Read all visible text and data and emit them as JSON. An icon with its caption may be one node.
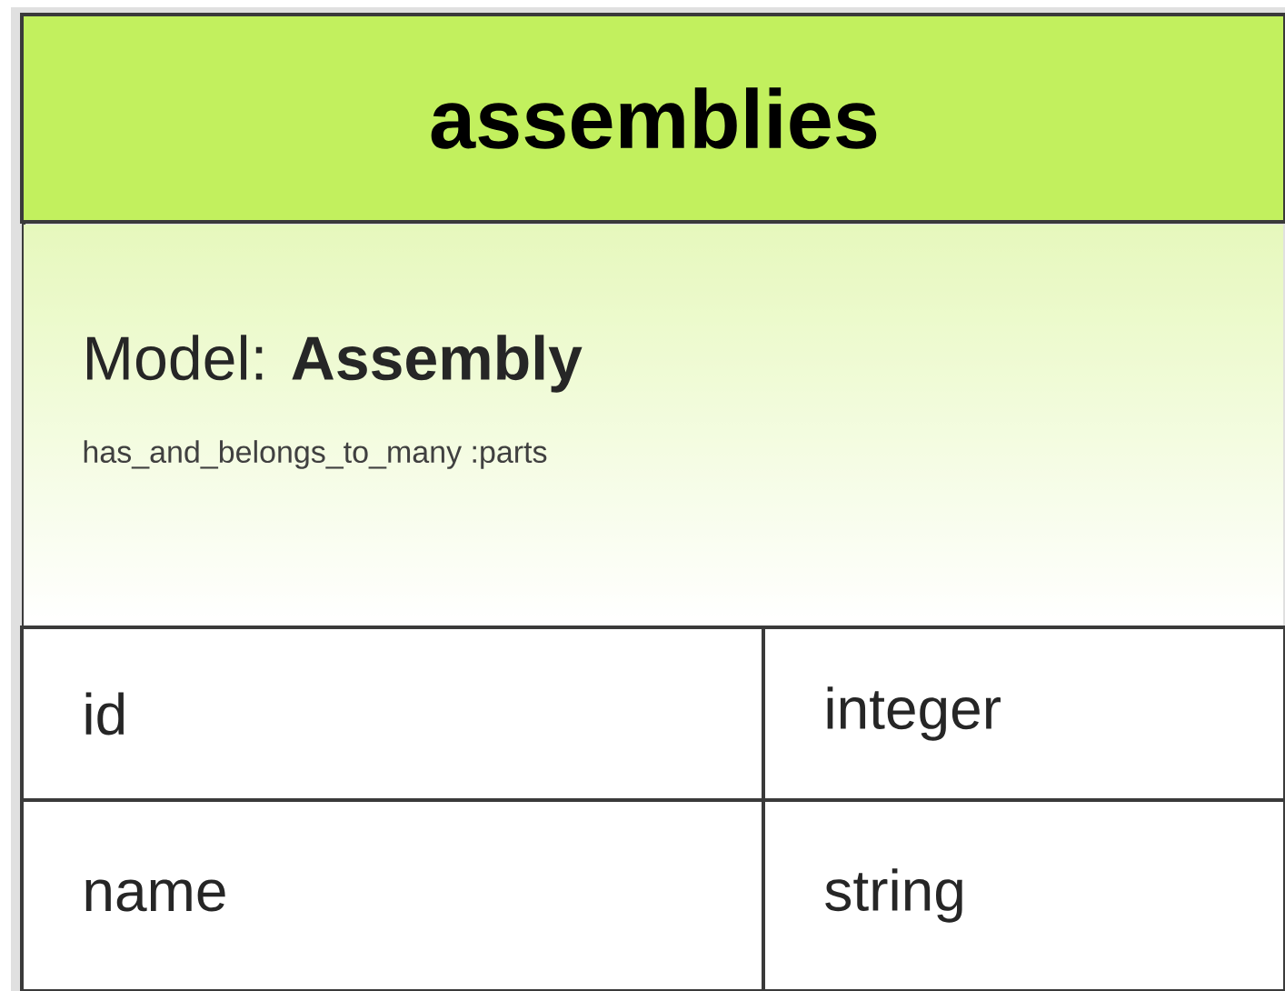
{
  "diagram": {
    "nodes": [
      {
        "text": [
          "assemblies",
          "Model: **Assembly**",
          "has_and_belongs_to_many :parts"
        ]
      }
    ],
    "labels": [
      "id",
      "integer",
      "name",
      "string"
    ]
  }
}
